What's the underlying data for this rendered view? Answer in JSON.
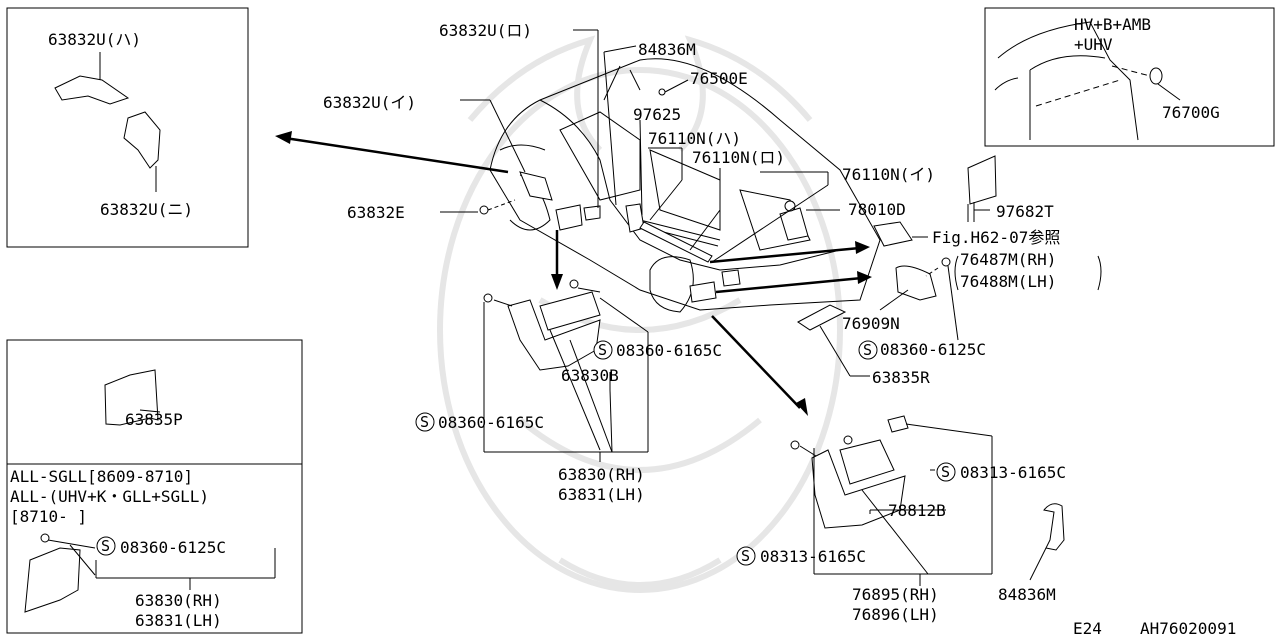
{
  "labels": {
    "topleft_a": "63832U(ハ)",
    "topleft_b": "63832U(ニ)",
    "top_ro": "63832U(ロ)",
    "top_i": "63832U(イ)",
    "p84836m_top": "84836M",
    "p76500e": "76500E",
    "p97625": "97625",
    "p76110n_ha": "76110N(ハ)",
    "p76110n_ro": "76110N(ロ)",
    "p76110n_i": "76110N(イ)",
    "p63832e": "63832E",
    "p78010d": "78010D",
    "p97682t": "97682T",
    "fig_ref": "Fig.H62-07参照",
    "p76487m": "76487M(RH)",
    "p76488m": "76488M(LH)",
    "p76909n": "76909N",
    "s08360_6125c_mid": "08360-6125C",
    "p63835r": "63835R",
    "s08360_6165c_a": "08360-6165C",
    "p63830b": "63830B",
    "s08360_6165c_b": "08360-6165C",
    "p63830rh_mid": "63830(RH)",
    "p63831lh_mid": "63831(LH)",
    "p63835p": "63835P",
    "cond_line1": "ALL-SGLL[8609-8710]",
    "cond_line2": "ALL-(UHV+K・GLL+SGLL)",
    "cond_line3": "[8710-   ]",
    "s08360_6125c_left": "08360-6125C",
    "p63830rh_left": "63830(RH)",
    "p63831lh_left": "63831(LH)",
    "s08313_6165c_a": "08313-6165C",
    "p78812b": "78812B",
    "s08313_6165c_b": "08313-6165C",
    "p76895rh": "76895(RH)",
    "p76896lh": "76896(LH)",
    "p84836m_bottom": "84836M",
    "inset_cond1": "HV+B+AMB",
    "inset_cond2": "+UHV",
    "p76700g": "76700G",
    "footer_code": "E24",
    "footer_id": "AH76020091",
    "s_mark": "S"
  }
}
